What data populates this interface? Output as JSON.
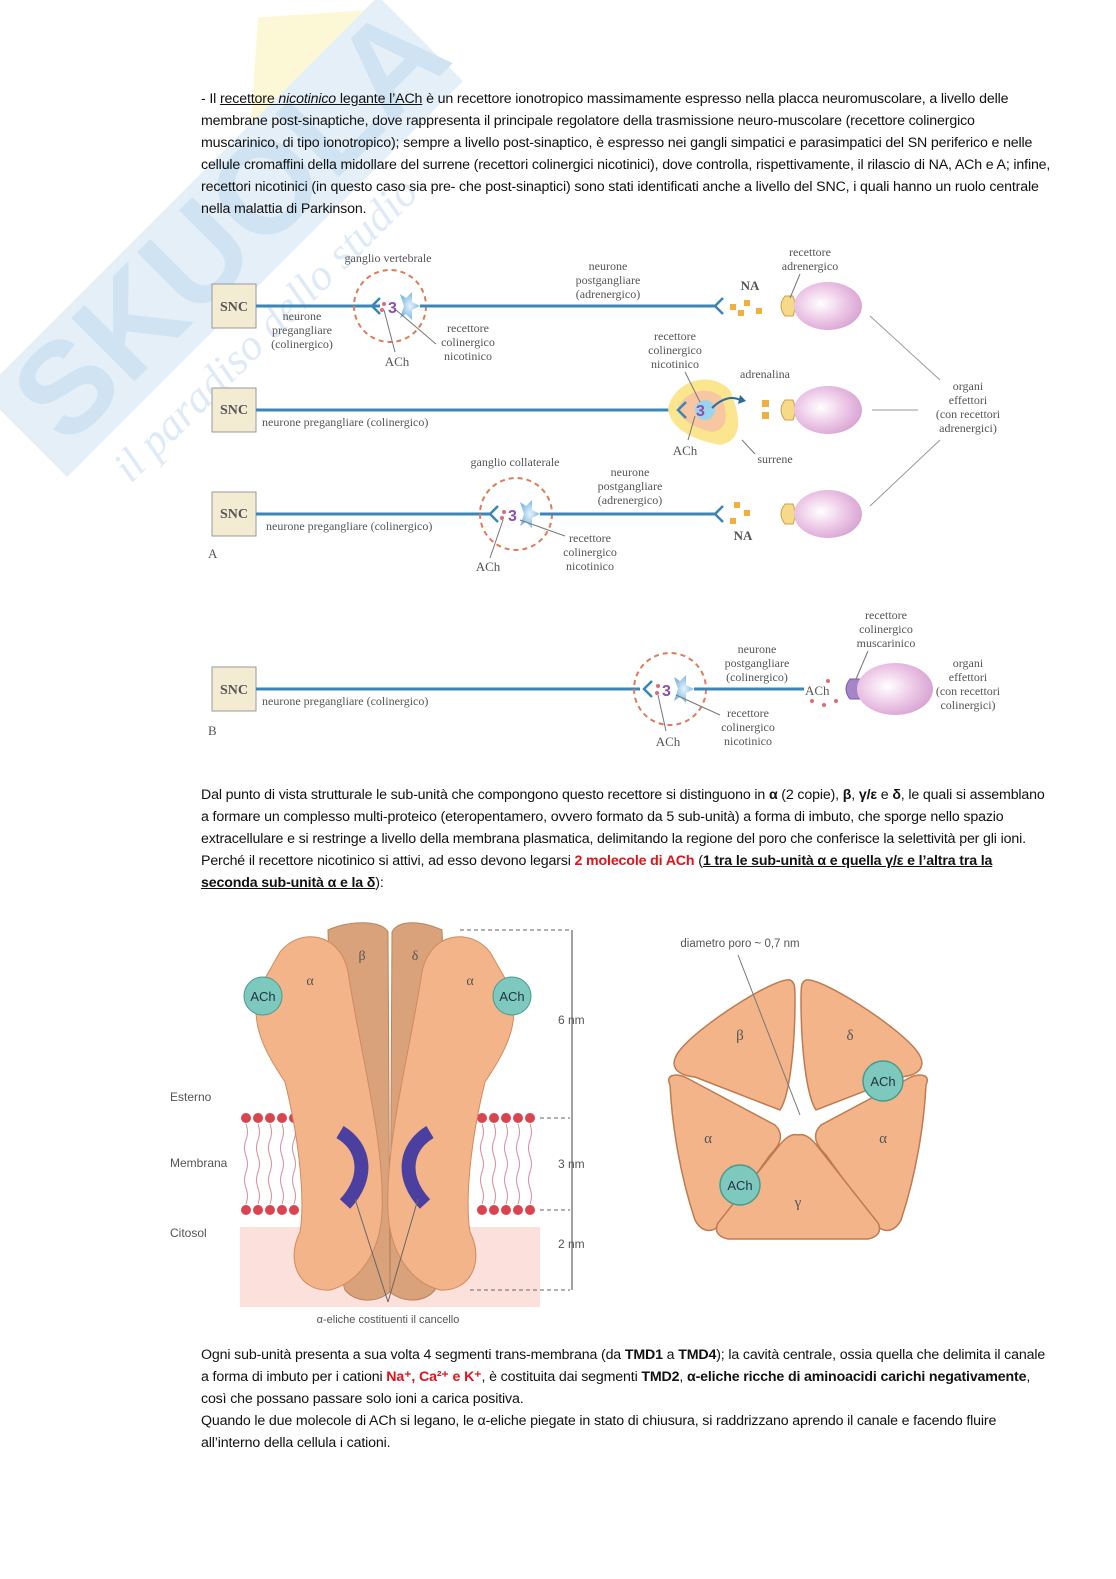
{
  "watermark": {
    "brand": "SKUOLA",
    "tagline": "il paradiso dello studio"
  },
  "paragraph1": {
    "prefix": "- Il ",
    "u1": "recettore ",
    "u_italic": "nicotinico",
    "u2": " legante l’ACh",
    "rest": " è un recettore ionotropico massimamente espresso nella placca neuromuscolare, a livello delle membrane post-sinaptiche, dove rappresenta il principale regolatore della trasmissione neuro-muscolare (recettore colinergico muscarinico, di tipo ionotropico); sempre a livello post-sinaptico, è espresso nei gangli simpatici e parasimpatici del SN periferico e nelle cellule cromaffini della midollare del surrene (recettori colinergici nicotinici), dove controlla, rispettivamente, il rilascio di NA, ACh e A; infine, recettori nicotinici (in questo caso sia pre- che post-sinaptici) sono stati identificati anche a livello del SNC, i quali hanno un ruolo centrale nella malattia di Parkinson."
  },
  "figureA": {
    "panel_label": "A",
    "snc": "SNC",
    "row1": {
      "ganglion": "ganglio vertebrale",
      "pre_l1": "neurone",
      "pre_l2": "pregangliare",
      "pre_l3": "(colinergico)",
      "ach": "ACh",
      "rec_l1": "recettore",
      "rec_l2": "colinergico",
      "rec_l3": "nicotinico",
      "post_l1": "neurone",
      "post_l2": "postgangliare",
      "post_l3": "(adrenergico)",
      "na": "NA",
      "adr_l1": "recettore",
      "adr_l2": "adrenergico"
    },
    "row2": {
      "pre": "neurone pregangliare (colinergico)",
      "rec_l1": "recettore",
      "rec_l2": "colinergico",
      "rec_l3": "nicotinico",
      "adrenalina": "adrenalina",
      "ach": "ACh",
      "surrene": "surrene"
    },
    "row3": {
      "ganglion": "ganglio collaterale",
      "pre": "neurone pregangliare (colinergico)",
      "post_l1": "neurone",
      "post_l2": "postgangliare",
      "post_l3": "(adrenergico)",
      "ach": "ACh",
      "rec_l1": "recettore",
      "rec_l2": "colinergico",
      "rec_l3": "nicotinico",
      "na": "NA"
    },
    "effectors": {
      "l1": "organi",
      "l2": "effettori",
      "l3": "(con recettori",
      "l4": "adrenergici)"
    }
  },
  "figureB": {
    "panel_label": "B",
    "snc": "SNC",
    "pre": "neurone pregangliare (colinergico)",
    "post_l1": "neurone",
    "post_l2": "postgangliare",
    "post_l3": "(colinergico)",
    "ach_release": "ACh",
    "musc_l1": "recettore",
    "musc_l2": "colinergico",
    "musc_l3": "muscarinico",
    "ach": "ACh",
    "rec_l1": "recettore",
    "rec_l2": "colinergico",
    "rec_l3": "nicotinico",
    "eff_l1": "organi",
    "eff_l2": "effettori",
    "eff_l3": "(con recettori",
    "eff_l4": "colinergici)"
  },
  "paragraph2": {
    "t1": "Dal punto di vista strutturale le sub-unità che compongono questo recettore si distinguono in ",
    "alpha": "α",
    "t2": " (2 copie), ",
    "beta": "β",
    "t3": ", ",
    "gamma_eps": "γ/ε",
    "t4": " e ",
    "delta": "δ",
    "t5": ", le quali si assemblano a formare un complesso multi-proteico (eteropentamero, ovvero formato da 5 sub-unità) a forma di imbuto, che sporge nello spazio extracellulare e si restringe a livello della membrana plasmatica, delimitando la regione del poro che conferisce la selettività per gli ioni. Perché il recettore nicotinico si attivi, ad esso devono legarsi ",
    "red": "2 molecole di ACh",
    "t6": " (",
    "underlined": "1 tra le sub-unità α e quella γ/ε e l’altra tra la seconda sub-unità α e la δ",
    "t7": "):"
  },
  "side_view": {
    "subunits": [
      "α",
      "β",
      "δ",
      "α"
    ],
    "ach_left": "ACh",
    "ach_right": "ACh",
    "layers": [
      "Esterno",
      "Membrana",
      "Citosol"
    ],
    "dims": [
      "6 nm",
      "3 nm",
      "2 nm"
    ],
    "gate_caption": "α-eliche costituenti il cancello"
  },
  "top_view": {
    "pore_caption": "diametro poro ~ 0,7 nm",
    "subunits": [
      "β",
      "δ",
      "α",
      "γ",
      "α"
    ],
    "ach_1": "ACh",
    "ach_2": "ACh"
  },
  "paragraph3": {
    "t1": "Ogni sub-unità presenta a sua volta 4 segmenti trans-membrana (da ",
    "tmd1": "TMD1",
    "t2": " a ",
    "tmd4": "TMD4",
    "t3": "); la cavità centrale, ossia quella che delimita il canale a forma di imbuto per i cationi ",
    "ions": "Na⁺, Ca²⁺ e K⁺",
    "t4": ", è costituita dai segmenti ",
    "tmd2": "TMD2",
    "t5": ", ",
    "bold": "α-eliche ricche di aminoacidi carichi negativamente",
    "t6": ", così che possano passare solo ioni a carica positiva."
  },
  "paragraph4": {
    "text": "Quando le due molecole di ACh si legano, le α-eliche piegate in stato di chiusura, si raddrizzano aprendo il canale e facendo fluire all’interno della cellula i cationi."
  },
  "colors": {
    "red": "#e0121a",
    "axon": "#3a86b8",
    "protein": "#f4b48a",
    "protein_dark": "#d9a27a",
    "ach": "#7ec9bd",
    "helix": "#5b4fb0",
    "lipid": "#d9444f",
    "cell": "#ecc6e6",
    "watermark_blue": "#cfe3f3",
    "watermark_yellow": "#fbf3b5"
  }
}
